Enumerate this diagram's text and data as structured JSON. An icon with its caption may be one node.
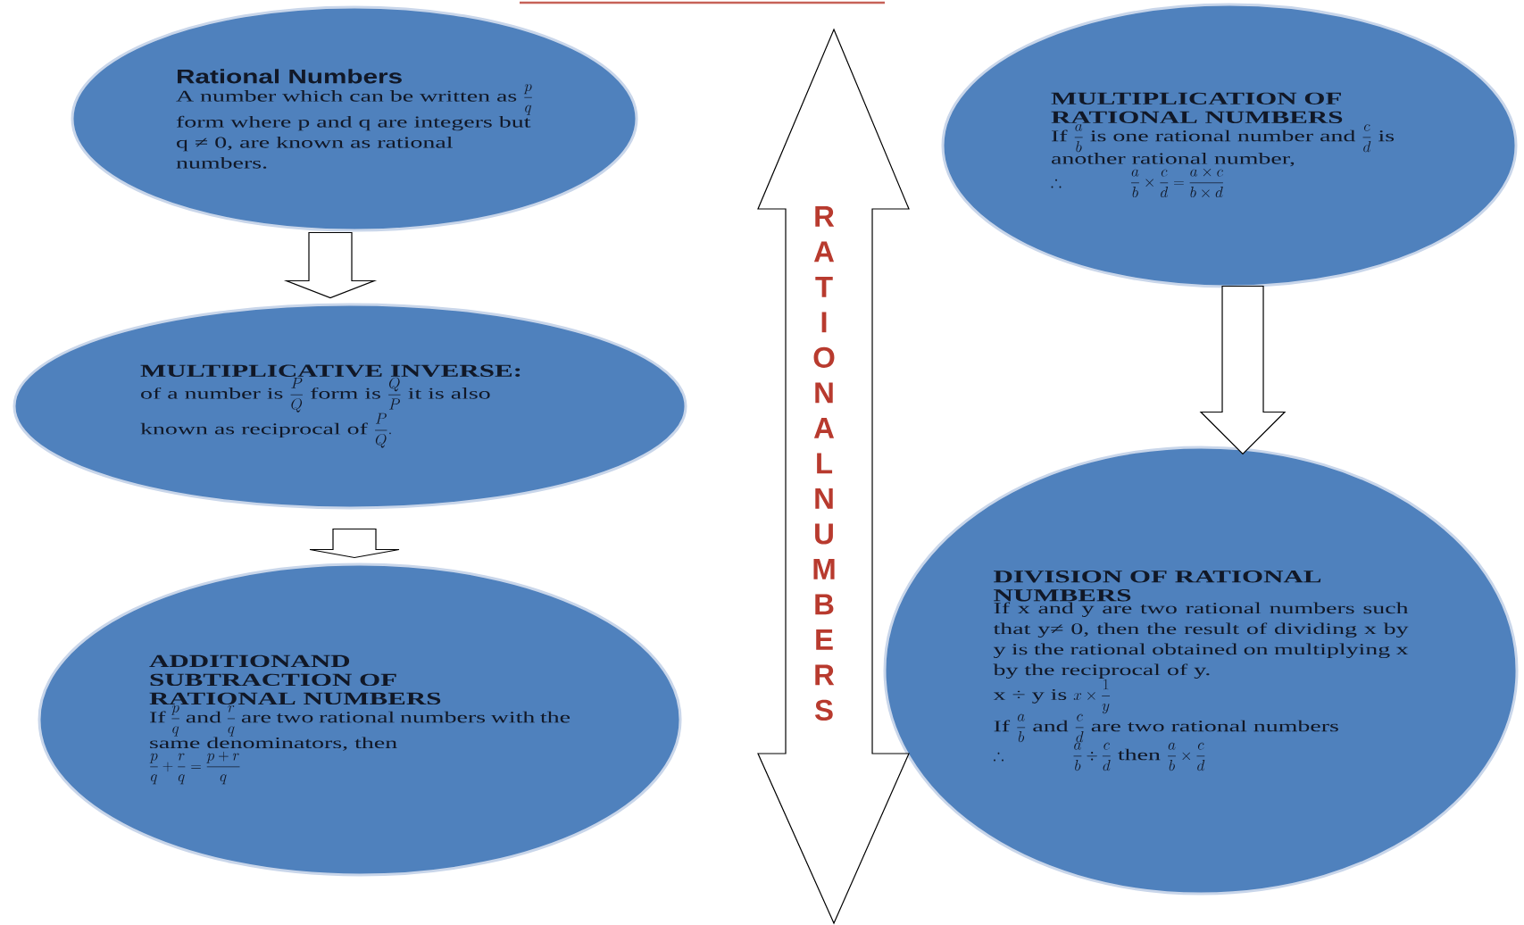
{
  "diagram": {
    "nodes": [
      {
        "text": [
          "Rational Numbers",
          "A number which can be written as",
          "\\frac{p}{q}",
          "form where p and q are integers but q ≠ 0, are known as rational numbers."
        ]
      },
      {
        "text": [
          "MULTIPLICATIVE INVERSE:",
          "of a number is",
          "\\frac{P}{Q}",
          "form is",
          "\\frac{Q}{P}",
          "it is also known as reciprocal of",
          "\\frac{P}{Q}."
        ]
      },
      {
        "text": [
          "ADDITIONAND SUBTRACTION OF RATIONAL NUMBERS",
          "If",
          "\\frac{p}{q}",
          "and",
          "\\frac{r}{q}",
          "are two rational numbers with the same denominators, then",
          "\\frac{p}{q}+\\frac{r}{q}=\\frac{p+r}{q}"
        ]
      },
      {
        "text": [
          "MULTIPLICATION OF RATIONAL NUMBERS",
          "If",
          "\\frac{a}{b}",
          "is one rational number and",
          "\\frac{c}{d}",
          "is another rational number,",
          "\\therefore\\qquad\\qquad \\frac{a}{b}\\times\\frac{c}{d}=\\frac{a\\times c}{b\\times d}"
        ]
      },
      {
        "text": [
          "DIVISION OF RATIONAL NUMBERS",
          "If x and y are two rational numbers such that y≠ 0, then the result of dividing x by y is the rational obtained on multiplying x by the reciprocal of y.",
          "x ÷ y is",
          "x\\times\\frac{1}{y}",
          "If",
          "\\frac{a}{b}",
          "and",
          "\\frac{c}{d}",
          "are two rational numbers",
          "\\therefore\\qquad\\qquad \\frac{a}{b}\\div\\frac{c}{d}",
          "then",
          "\\frac{a}{b}\\times\\frac{c}{d}"
        ]
      },
      {
        "text": [
          "RATIONALNUMBERS"
        ]
      }
    ],
    "edges": [
      {
        "from": 0,
        "to": 1,
        "arrow": "to"
      },
      {
        "from": 1,
        "to": 2,
        "arrow": "to"
      },
      {
        "from": 3,
        "to": 4,
        "arrow": "to"
      }
    ]
  }
}
